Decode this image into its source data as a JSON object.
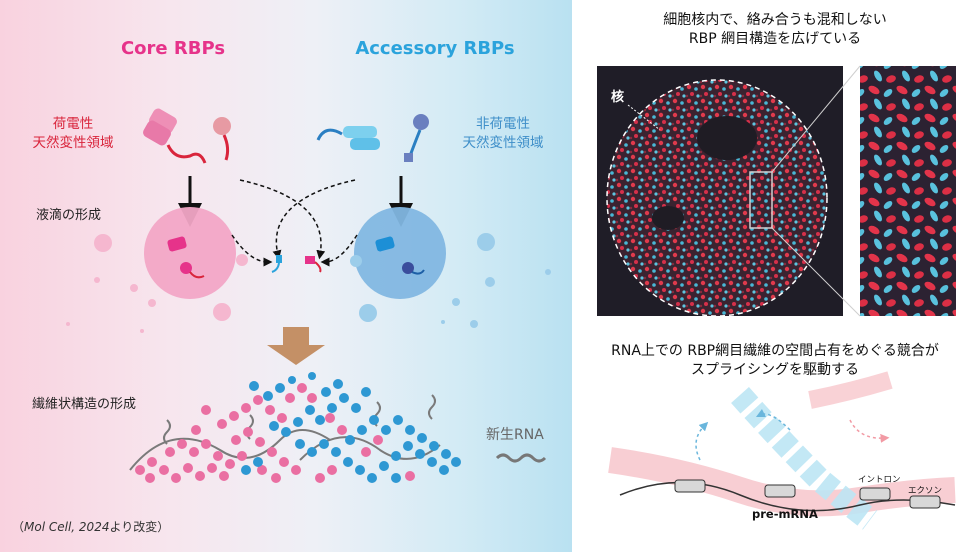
{
  "left": {
    "core_title": "Core RBPs",
    "accessory_title": "Accessory RBPs",
    "core_label_line1": "荷電性",
    "core_label_line2": "天然変性領域",
    "acc_label_line1": "非荷電性",
    "acc_label_line2": "天然変性領域",
    "droplet_label": "液滴の形成",
    "fiber_label": "繊維状構造の形成",
    "nascent_rna_label": "新生RNA",
    "citation_open": "（",
    "citation_journal": "Mol Cell, 2024",
    "citation_rest": "より改変）"
  },
  "right": {
    "top_caption_line1": "細胞核内で、絡み合うも混和しない",
    "top_caption_line2": "RBP 網目構造を広げている",
    "nucleus_label": "核",
    "bottom_caption_line1": "RNA上での RBP網目繊維の空間占有をめぐる競合が",
    "bottom_caption_line2": "スプライシングを駆動する",
    "intron_label": "イントロン",
    "exon_label": "エクソン",
    "premrna_label": "pre-mRNA"
  },
  "colors": {
    "core_pink": "#e6338a",
    "accessory_blue": "#2ba3dc",
    "charged_red": "#d9253c",
    "uncharged_blue": "#3f8fc9"
  }
}
